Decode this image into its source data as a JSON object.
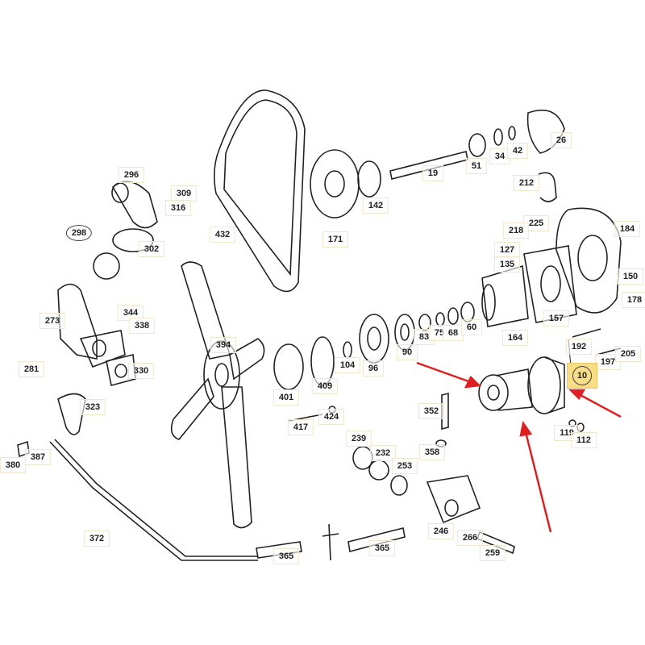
{
  "title": "Water pump / cooling system exploded parts diagram",
  "highlight_color": "#f8dc86",
  "arrow_color": "#e02020",
  "highlighted_part": "10",
  "labels": [
    "296",
    "309",
    "316",
    "298",
    "302",
    "432",
    "171",
    "142",
    "19",
    "51",
    "34",
    "42",
    "26",
    "212",
    "225",
    "218",
    "184",
    "127",
    "135",
    "150",
    "178",
    "157",
    "192",
    "197",
    "205",
    "164",
    "10",
    "119",
    "112",
    "273",
    "344",
    "338",
    "281",
    "330",
    "323",
    "380",
    "387",
    "394",
    "401",
    "409",
    "104",
    "96",
    "90",
    "83",
    "75",
    "68",
    "60",
    "417",
    "424",
    "352",
    "358",
    "239",
    "232",
    "253",
    "246",
    "266",
    "259",
    "372",
    "365",
    "365"
  ]
}
